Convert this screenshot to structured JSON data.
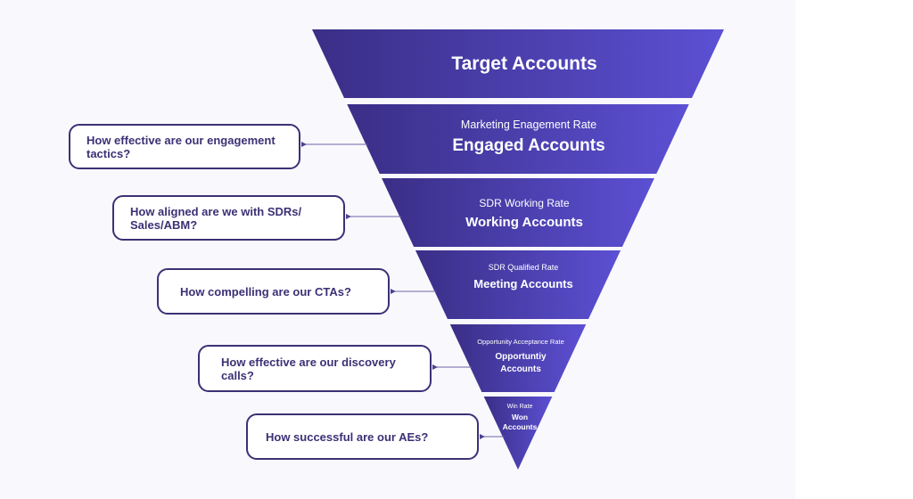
{
  "colors": {
    "band_left": "#3a2e86",
    "band_right": "#5c50d4",
    "text": "#3b3175",
    "box_border": "#3b3175"
  },
  "funnel": [
    {
      "title": "Target Accounts"
    },
    {
      "rate": "Marketing Enagement Rate",
      "title": "Engaged Accounts"
    },
    {
      "rate": "SDR Working Rate",
      "title": "Working Accounts"
    },
    {
      "rate": "SDR Qualified Rate",
      "title": "Meeting Accounts"
    },
    {
      "rate": "Opportunity Acceptance Rate",
      "title": "Opportuntiy Accounts"
    },
    {
      "rate": "Win Rate",
      "title": "Won Accounts"
    }
  ],
  "questions": [
    "How effective are our engagement tactics?",
    "How aligned are we with SDRs/ Sales/ABM?",
    "How compelling are our CTAs?",
    "How effective are our discovery calls?",
    "How successful are our AEs?"
  ]
}
